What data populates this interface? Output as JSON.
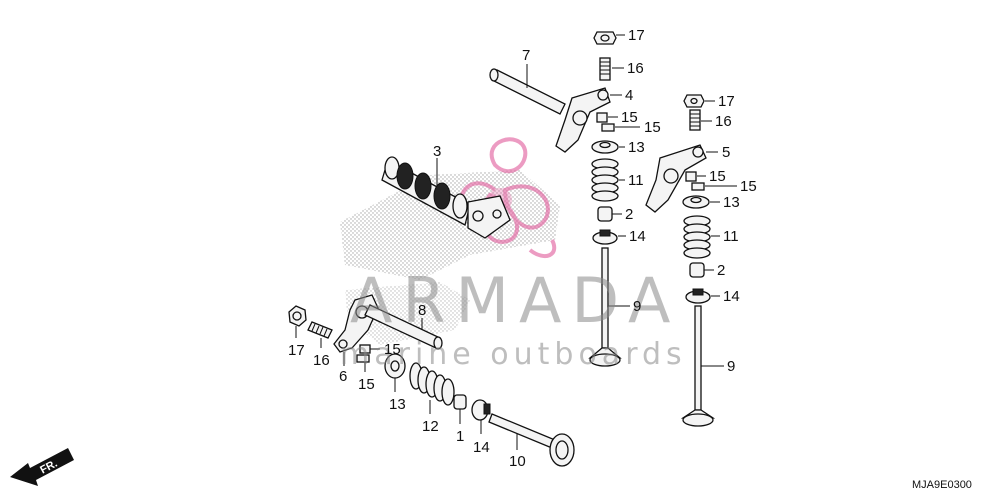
{
  "diagram": {
    "code": "MJA9E0300",
    "direction_label": "FR.",
    "colors": {
      "line": "#111111",
      "watermark_text": "#8a8a8a",
      "watermark_logo": "#e05a9a",
      "stipple": "#9a9a9a"
    },
    "callouts": {
      "c17a": "17",
      "c16a": "16",
      "c7": "7",
      "c4": "4",
      "c15a": "15",
      "c15b": "15",
      "c3": "3",
      "c13a": "13",
      "c11a": "11",
      "c2a": "2",
      "c14a": "14",
      "c9a": "9",
      "c17b": "17",
      "c16b": "16",
      "c5": "5",
      "c15c": "15",
      "c15d": "15",
      "c13b": "13",
      "c11b": "11",
      "c2b": "2",
      "c14b": "14",
      "c9b": "9",
      "c17c": "17",
      "c16c": "16",
      "c6": "6",
      "c15e": "15",
      "c15f": "15",
      "c8": "8",
      "c13c": "13",
      "c12": "12",
      "c1": "1",
      "c14c": "14",
      "c10": "10"
    }
  },
  "watermark": {
    "brand": "ARMADA",
    "tagline": "marine outboards"
  }
}
